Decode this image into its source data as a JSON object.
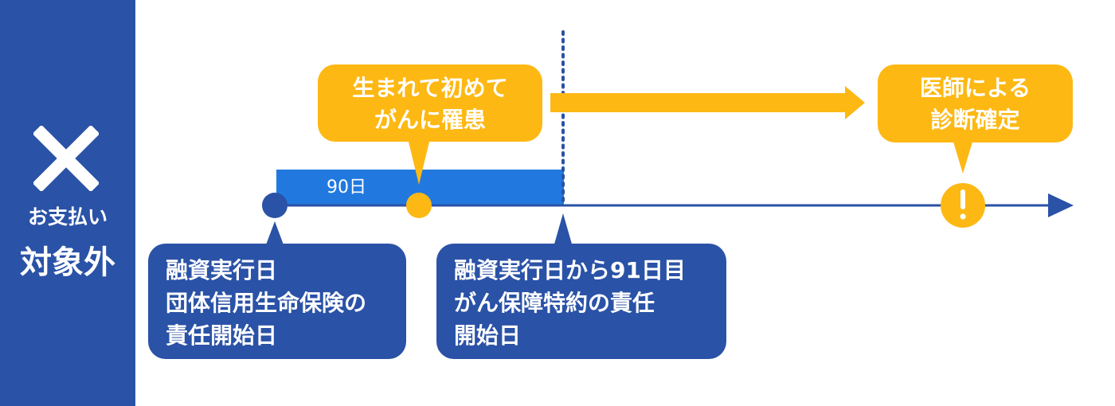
{
  "sidebar": {
    "icon": "cross-icon",
    "subtitle": "お支払い",
    "title": "対象外",
    "background": "#2A52A6"
  },
  "period_label": "90日",
  "bubbles": {
    "first_cancer": {
      "lines": [
        "生まれて初めて",
        "がんに罹患"
      ]
    },
    "doctor_diagnosis": {
      "lines": [
        "医師による",
        "診断確定"
      ]
    },
    "loan_start": {
      "lines": [
        "融資実行日",
        "団体信用生命保険の",
        "責任開始日"
      ]
    },
    "cancer_rider_start": {
      "lines": [
        "融資実行日から91日目",
        "がん保障特約の責任",
        "開始日"
      ]
    }
  },
  "colors": {
    "navy": "#2A52A6",
    "yellow": "#FDB813",
    "bar_blue": "#2179E0",
    "white": "#FFFFFF"
  },
  "icons": {
    "alert": "exclamation-icon",
    "arrow": "arrow-right-icon"
  }
}
